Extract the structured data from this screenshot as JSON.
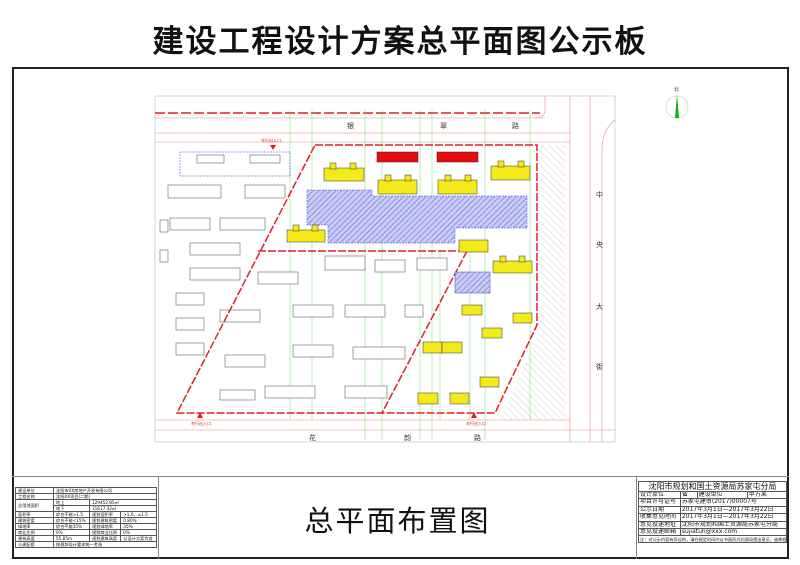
{
  "title": "建设工程设计方案总平面图公示板",
  "drawing_title": "总平面布置图",
  "north_label": "北",
  "roads": {
    "top": [
      "银",
      "翠",
      "路"
    ],
    "bottom": [
      "花",
      "韵",
      "路"
    ],
    "right": [
      "中",
      "央",
      "大",
      "街"
    ]
  },
  "entrances": [
    "车行出入口",
    "车行出入口",
    "车行出入口"
  ],
  "colors": {
    "boundary": "#e0202a",
    "residential_new": "#f2ea1a",
    "commercial": "#e01010",
    "underground": "#7a80e0",
    "grid": "#3ccf3c"
  },
  "left_table": {
    "rows": [
      [
        "建设单位",
        "沈阳市XX房地产开发有限公司"
      ],
      [
        "工程名称",
        "沈阳XX项目(二期)"
      ]
    ],
    "area_label": "总用地面积",
    "area_rows": [
      [
        "地上",
        "129452.85㎡"
      ],
      [
        "地下",
        "31617.32㎡"
      ]
    ],
    "index_rows": [
      [
        "容积率",
        "综合不能>1.5",
        "规划容积率",
        ">1.0，≤1.5"
      ],
      [
        "建筑密度",
        "综合不能<15%",
        "规划建筑密度",
        "0.80%"
      ],
      [
        "绿地率",
        "综合不能35%",
        "规划绿地率",
        "35%"
      ],
      [
        "商业比例",
        "0%",
        "规划商业比例",
        "0%"
      ],
      [
        "建筑高度",
        "55.85m",
        "规划建筑高度",
        "以设计方案为准"
      ]
    ],
    "last_row": [
      "公建配套",
      "按规划设计要求统一考虑"
    ]
  },
  "right_table": {
    "header": "沈阳市规划和国土资源局苏家屯分局",
    "first_row": [
      "设计单位",
      "省",
      "建设单位",
      "甲方某"
    ],
    "rows": [
      [
        "项目许可证号",
        "苏家屯建审(2017)00007号"
      ],
      [
        "公示日期",
        "2017年3月1日—2017年3月22日"
      ],
      [
        "收集意见时间",
        "2017年3月1日—2017年3月22日"
      ],
      [
        "意见投递地址",
        "沈阳市规划和国土资源局苏家屯分局"
      ],
      [
        "意见投递邮箱",
        "sujiatun@xxx.com"
      ]
    ],
    "note": "注：对公示内容有异议的，请在规定时间内以书面形式向我局提出意见，逾期视为无异议。"
  }
}
